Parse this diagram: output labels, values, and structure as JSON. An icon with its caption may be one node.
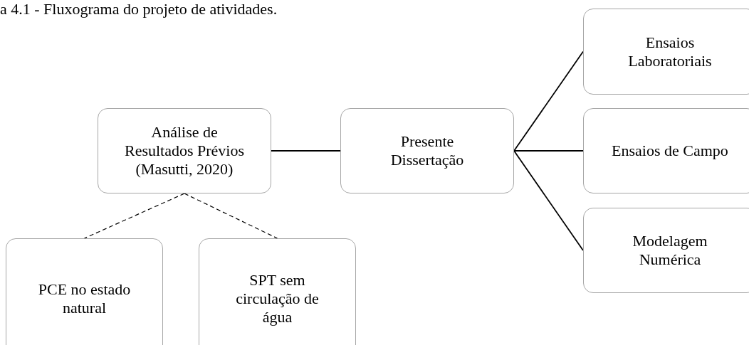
{
  "diagram": {
    "title": "a 4.1 - Fluxograma do projeto de atividades.",
    "nodes": [
      {
        "text": [
          "Análise de Resultados Prévios (Masutti, 2020)"
        ]
      },
      {
        "text": [
          "Presente Dissertação"
        ]
      },
      {
        "text": [
          "Ensaios Laboratoriais"
        ]
      },
      {
        "text": [
          "Ensaios de Campo"
        ]
      },
      {
        "text": [
          "Modelagem Numérica"
        ]
      },
      {
        "text": [
          "PCE no estado natural"
        ]
      },
      {
        "text": [
          "SPT sem circulação de água"
        ]
      }
    ],
    "edges": [
      {
        "from": 0,
        "to": 1,
        "arrow": "none"
      },
      {
        "from": 1,
        "to": 2,
        "arrow": "none"
      },
      {
        "from": 1,
        "to": 3,
        "arrow": "none"
      },
      {
        "from": 1,
        "to": 4,
        "arrow": "none"
      },
      {
        "from": 0,
        "to": 5,
        "arrow": "none",
        "style": "dashed"
      },
      {
        "from": 0,
        "to": 6,
        "arrow": "none",
        "style": "dashed"
      }
    ]
  }
}
